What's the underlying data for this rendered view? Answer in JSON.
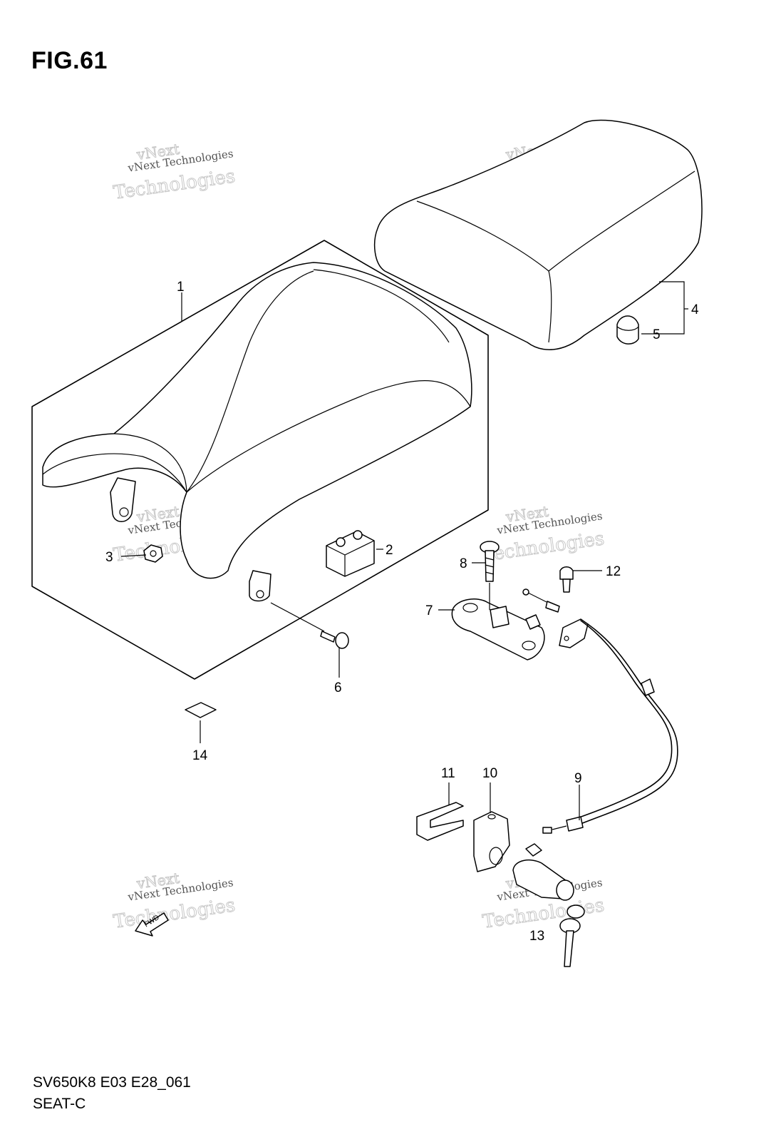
{
  "figure": {
    "title": "FIG.61"
  },
  "footer": {
    "model_code": "SV650K8 E03 E28_061",
    "section_name": "SEAT-C"
  },
  "callouts": [
    {
      "id": "1",
      "label": "1"
    },
    {
      "id": "2",
      "label": "2"
    },
    {
      "id": "3",
      "label": "3"
    },
    {
      "id": "4",
      "label": "4"
    },
    {
      "id": "5",
      "label": "5"
    },
    {
      "id": "6",
      "label": "6"
    },
    {
      "id": "7",
      "label": "7"
    },
    {
      "id": "8",
      "label": "8"
    },
    {
      "id": "9",
      "label": "9"
    },
    {
      "id": "10",
      "label": "10"
    },
    {
      "id": "11",
      "label": "11"
    },
    {
      "id": "12",
      "label": "12"
    },
    {
      "id": "13",
      "label": "13"
    },
    {
      "id": "14",
      "label": "14"
    }
  ],
  "watermark": {
    "line1": "vNext Technologies",
    "line2": "vNext",
    "line3": "Technologies"
  },
  "front_arrow_label": "FWD"
}
